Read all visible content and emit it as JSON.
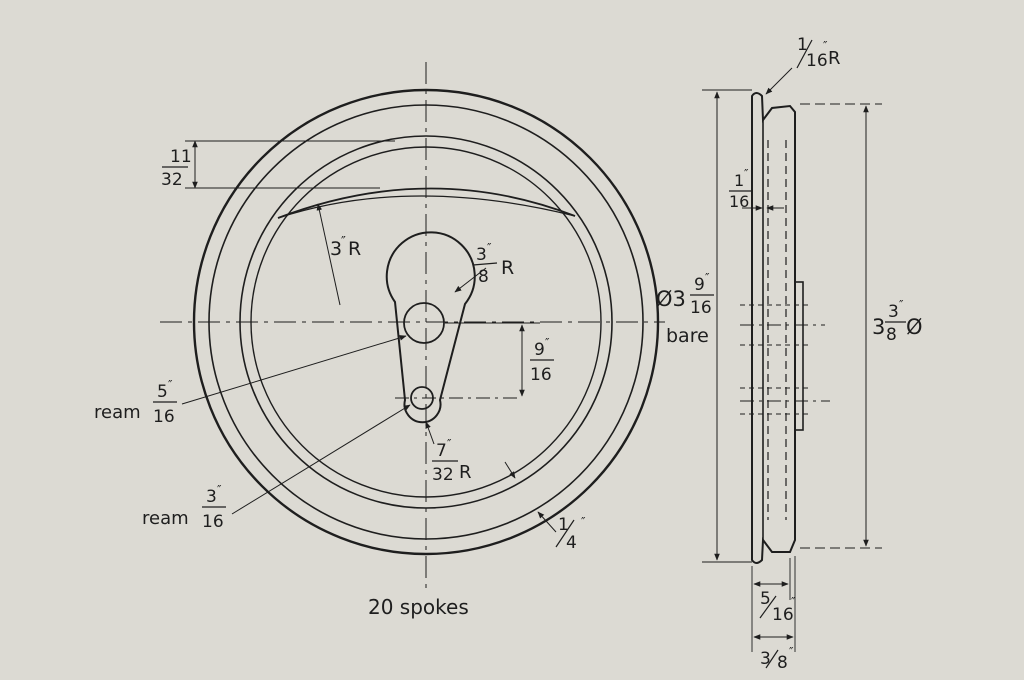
{
  "front_view": {
    "dim_rim_thickness": {
      "num": "11",
      "den": "32"
    },
    "dim_arc_radius": {
      "num": "3",
      "unit": "R"
    },
    "dim_boss_radius": {
      "num": "3",
      "den": "8",
      "unit": "R"
    },
    "dim_outer_diameter": {
      "prefix": "Ø3",
      "num": "9",
      "den": "16",
      "note": "bare"
    },
    "dim_hole_spacing": {
      "num": "9",
      "den": "16"
    },
    "dim_ream_large": {
      "text": "ream",
      "num": "5",
      "den": "16"
    },
    "dim_ream_small": {
      "text": "ream",
      "num": "3",
      "den": "16"
    },
    "dim_small_radius": {
      "num": "7",
      "den": "32",
      "unit": "R"
    },
    "dim_rim_width": {
      "num": "1",
      "den": "4"
    },
    "spoke_caption": "20 spokes"
  },
  "side_view": {
    "dim_edge_radius": {
      "num": "1",
      "den": "16",
      "unit": "R"
    },
    "dim_web_thickness": {
      "num": "1",
      "den": "16"
    },
    "dim_overall_diameter": {
      "prefix": "3",
      "num": "3",
      "den": "8",
      "suffix": "Ø"
    },
    "dim_rim_depth": {
      "num": "5",
      "den": "16"
    },
    "dim_overall_depth": {
      "num": "3",
      "den": "8"
    }
  }
}
